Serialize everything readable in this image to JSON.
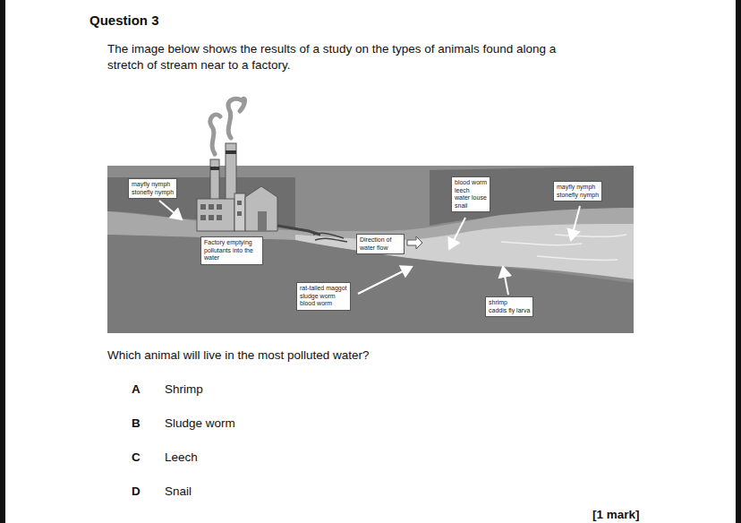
{
  "diagram": {
    "title": "Question 3",
    "nodes": [
      {
        "text": [
          "mayfly nymph",
          "stonefly nymph"
        ]
      },
      {
        "text": [
          "Factory emptying pollutants into the water"
        ]
      },
      {
        "text": [
          "Direction of water flow"
        ]
      },
      {
        "text": [
          "rat-tailed maggot",
          "sludge worm",
          "blood worm"
        ]
      },
      {
        "text": [
          "blood worm",
          "leech",
          "water louse",
          "snail"
        ]
      },
      {
        "text": [
          "mayfly nymph",
          "stonefly nymph"
        ]
      },
      {
        "text": [
          "shrimp",
          "caddis fly larva"
        ]
      }
    ],
    "labels": [
      "The image below shows the results of a study on the types of animals found along a stretch of stream near to a factory.",
      "Which animal will live in the most polluted water?",
      "A",
      "Shrimp",
      "B",
      "Sludge worm",
      "C",
      "Leech",
      "D",
      "Snail",
      "[1 mark]"
    ]
  }
}
